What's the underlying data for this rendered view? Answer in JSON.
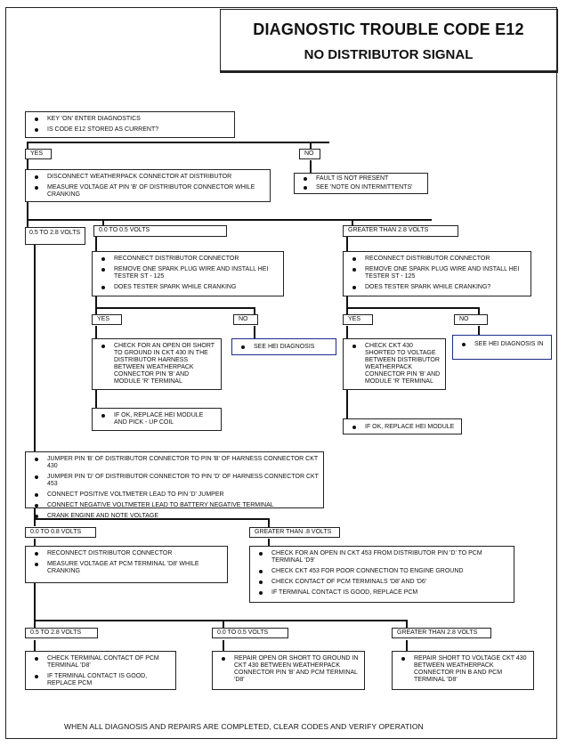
{
  "title": {
    "line1": "DIAGNOSTIC TROUBLE CODE E12",
    "line2": "NO DISTRIBUTOR SIGNAL"
  },
  "start": [
    "KEY 'ON' ENTER DIAGNOSTICS",
    "IS CODE E12 STORED AS CURRENT?"
  ],
  "yes_label": "YES",
  "no_label": "NO",
  "yes_box": [
    "DISCONNECT WEATHERPACK CONNECTOR AT DISTRIBUTOR",
    "MEASURE VOLTAGE AT PIN 'B' OF DISTRIBUTOR CONNECTOR WHILE CRANKING"
  ],
  "no_box": [
    "FAULT IS NOT PRESENT",
    "SEE 'NOTE ON INTERMITTENTS'"
  ],
  "range_mid": "0.5 TO 2.8 VOLTS",
  "range_low": "0.0 TO 0.5 VOLTS",
  "range_high": "GREATER THAN 2.8 VOLTS",
  "low_box": [
    "RECONNECT DISTRIBUTOR CONNECTOR",
    "REMOVE ONE SPARK PLUG WIRE AND INSTALL HEI TESTER ST - 125",
    "DOES TESTER SPARK WHILE CRANKING"
  ],
  "high_box": [
    "RECONNECT DISTRIBUTOR CONNECTOR",
    "REMOVE ONE SPARK PLUG WIRE AND INSTALL HEI TESTER ST - 125",
    "DOES TESTER SPARK WHILE CRANKING?"
  ],
  "low_yes_box": [
    "CHECK FOR AN OPEN OR SHORT TO GROUND IN CKT 430 IN THE DISTRIBUTOR HARNESS BETWEEN WEATHERPACK CONNECTOR PIN 'B' AND MODULE 'R' TERMINAL"
  ],
  "low_no_box": [
    "SEE HEI DIAGNOSIS"
  ],
  "low_yes_ok": [
    "IF OK, REPLACE HEI MODULE AND PICK - UP COIL"
  ],
  "high_yes_box": [
    "CHECK CKT 430 SHORTED TO VOLTAGE BETWEEN DISTRIBUTOR WEATHERPACK CONNECTOR PIN 'B' AND MODULE 'R' TERMINAL"
  ],
  "high_no_box": [
    "SEE HEI DIAGNOSIS IN"
  ],
  "high_yes_ok": [
    "IF OK, REPLACE HEI MODULE"
  ],
  "jumper_box": [
    "JUMPER PIN 'B' OF DISTRIBUTOR CONNECTOR TO PIN 'B' OF HARNESS CONNECTOR CKT 430",
    "JUMPER PIN 'D' OF DISTRIBUTOR CONNECTOR TO PIN 'D' OF HARNESS CONNECTOR CKT 453",
    "CONNECT POSITIVE VOLTMETER LEAD TO PIN 'D' JUMPER",
    "CONNECT NEGATIVE VOLTMETER LEAD TO BATTERY NEGATIVE TERMINAL",
    "CRANK ENGINE AND NOTE VOLTAGE"
  ],
  "range2_low": "0.0 TO 0.8 VOLTS",
  "range2_high": "GREATER THAN .8 VOLTS",
  "r2_low_box": [
    "RECONNECT DISTRIBUTOR CONNECTOR",
    "MEASURE VOLTAGE AT PCM TERMINAL 'D8' WHILE CRANKING"
  ],
  "r2_high_box": [
    "CHECK FOR AN OPEN IN CKT 453 FROM DISTRIBUTOR PIN 'D' TO PCM TERMINAL 'D9'",
    "CHECK CKT 453 FOR POOR CONNECTION TO ENGINE GROUND",
    "CHECK CONTACT OF PCM TERMINALS 'D8' AND 'D6'",
    "IF TERMINAL CONTACT IS GOOD, REPLACE PCM"
  ],
  "range3_a": "0.5 TO 2.8 VOLTS",
  "range3_b": "0.0 TO 0.5 VOLTS",
  "range3_c": "GREATER THAN 2.8 VOLTS",
  "r3_a_box": [
    "CHECK TERMINAL CONTACT OF PCM TERMINAL 'D8'",
    "IF TERMINAL CONTACT IS GOOD, REPLACE PCM"
  ],
  "r3_b_box": [
    "REPAIR OPEN OR SHORT TO GROUND IN CKT 430 BETWEEN WEATHERPACK CONNECTOR PIN 'B' AND PCM TERMINAL 'D8'"
  ],
  "r3_c_box": [
    "REPAIR SHORT TO VOLTAGE CKT 430 BETWEEN WEATHERPACK CONNECTOR PIN B AND PCM TERMINAL 'D8'"
  ],
  "footer": "WHEN ALL DIAGNOSIS AND REPAIRS ARE COMPLETED, CLEAR CODES AND VERIFY OPERATION"
}
